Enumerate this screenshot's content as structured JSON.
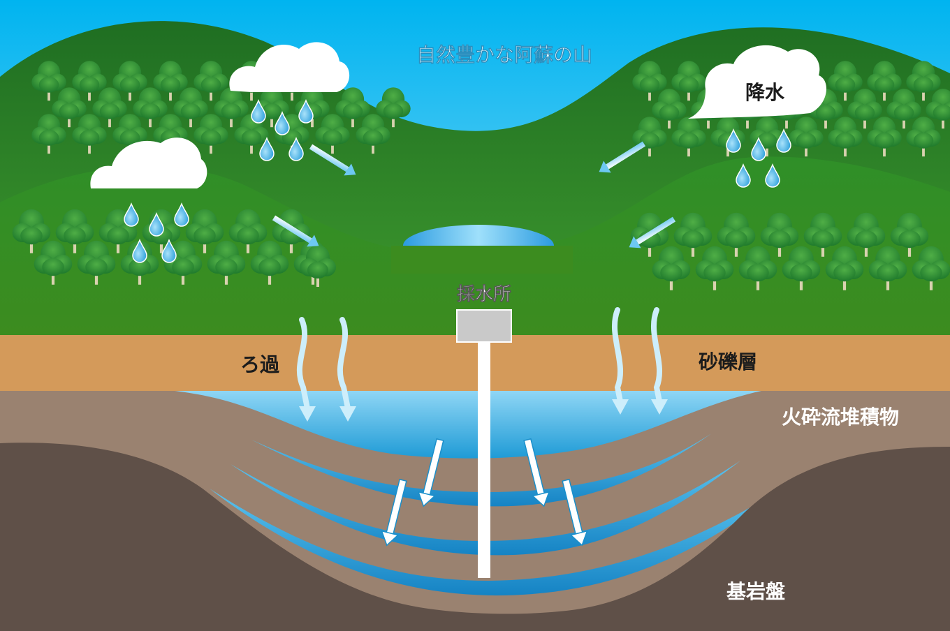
{
  "title": "自然豊かな阿蘇の山",
  "labels": {
    "precipitation": "降水",
    "intake": "採水所",
    "filtration": "ろ過",
    "gravel": "砂礫層",
    "pyroclastic": "火砕流堆積物",
    "bedrock": "基岩盤"
  },
  "colors": {
    "sky": "#1fbdf2",
    "mountain": "#2f8a2a",
    "gravel_layer": "#d49a5a",
    "pyroclastic_layer": "#9a8270",
    "bedrock": "#5f5048",
    "water": "#42b4e6",
    "tree": "#2f8f36",
    "drop": "#3aa8e0",
    "title_text": "#ffffff",
    "dark_text": "#1c1c1c"
  }
}
